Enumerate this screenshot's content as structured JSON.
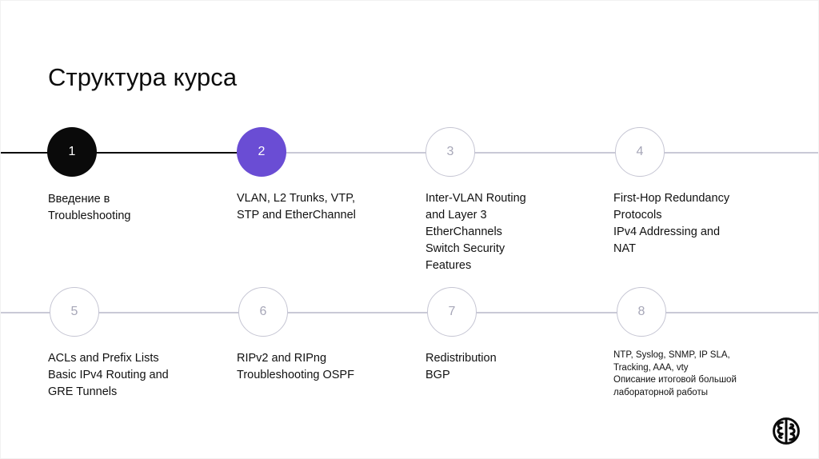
{
  "slide": {
    "title": "Структура курса",
    "background_color": "#ffffff",
    "accent_color": "#6a4dd4",
    "done_color": "#0a0a0a",
    "muted_color": "#c5c5d3"
  },
  "timeline": {
    "rows": [
      {
        "row_index": 1,
        "steps": [
          {
            "number": "1",
            "state": "done",
            "caption_lines": [
              "Введение в",
              "Troubleshooting"
            ],
            "caption_size": "normal"
          },
          {
            "number": "2",
            "state": "current",
            "caption_lines": [
              "VLAN, L2 Trunks, VTP,",
              "STP and EtherChannel"
            ],
            "caption_size": "normal"
          },
          {
            "number": "3",
            "state": "todo",
            "caption_lines": [
              "Inter-VLAN Routing",
              "and Layer 3",
              "EtherChannels",
              "Switch Security",
              "Features"
            ],
            "caption_size": "normal"
          },
          {
            "number": "4",
            "state": "todo",
            "caption_lines": [
              "First-Hop Redundancy",
              "Protocols",
              "IPv4 Addressing and",
              "NAT"
            ],
            "caption_size": "normal"
          }
        ]
      },
      {
        "row_index": 2,
        "steps": [
          {
            "number": "5",
            "state": "todo",
            "caption_lines": [
              "ACLs and Prefix Lists",
              "Basic IPv4 Routing and",
              "GRE Tunnels"
            ],
            "caption_size": "normal"
          },
          {
            "number": "6",
            "state": "todo",
            "caption_lines": [
              "RIPv2 and RIPng",
              "Troubleshooting OSPF"
            ],
            "caption_size": "normal"
          },
          {
            "number": "7",
            "state": "todo",
            "caption_lines": [
              "Redistribution",
              "BGP"
            ],
            "caption_size": "normal"
          },
          {
            "number": "8",
            "state": "todo",
            "caption_lines": [
              "NTP, Syslog, SNMP, IP SLA,",
              "Tracking, AAA, vty",
              "Описание итоговой большой",
              "лабораторной работы"
            ],
            "caption_size": "small"
          }
        ]
      }
    ]
  },
  "logo": {
    "name": "brain-logo",
    "color": "#0a0a0a"
  }
}
